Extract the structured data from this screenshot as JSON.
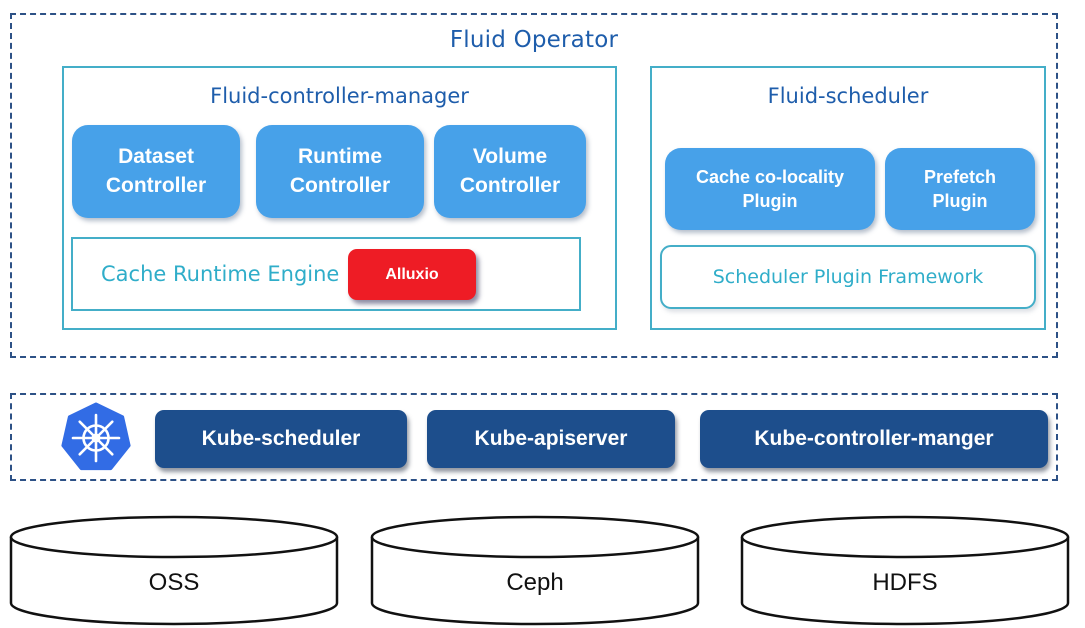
{
  "fluid_operator": {
    "title": "Fluid Operator",
    "controller_manager": {
      "title": "Fluid-controller-manager",
      "controllers": [
        {
          "label": "Dataset\nController"
        },
        {
          "label": "Runtime\nController"
        },
        {
          "label": "Volume\nController"
        }
      ],
      "cache_runtime_engine": {
        "label": "Cache Runtime Engine",
        "engine_label": "Alluxio"
      }
    },
    "scheduler": {
      "title": "Fluid-scheduler",
      "plugins": [
        {
          "label": "Cache co-locality\nPlugin"
        },
        {
          "label": "Prefetch\nPlugin"
        }
      ],
      "framework_label": "Scheduler Plugin Framework"
    }
  },
  "kubernetes": {
    "logo": "kubernetes-helm-logo",
    "components": [
      {
        "label": "Kube-scheduler"
      },
      {
        "label": "Kube-apiserver"
      },
      {
        "label": "Kube-controller-manger"
      }
    ]
  },
  "storage_systems": [
    {
      "label": "OSS"
    },
    {
      "label": "Ceph"
    },
    {
      "label": "HDFS"
    }
  ],
  "colors": {
    "dashed_border": "#2d5186",
    "teal_border": "#44aec8",
    "title_blue": "#1e5dab",
    "button_blue": "#47a1e9",
    "kube_dark_blue": "#1d4e8c",
    "alluxio_red": "#ee1c25",
    "teal_text": "#2fadc9",
    "kubernetes_blue": "#326ce5"
  }
}
